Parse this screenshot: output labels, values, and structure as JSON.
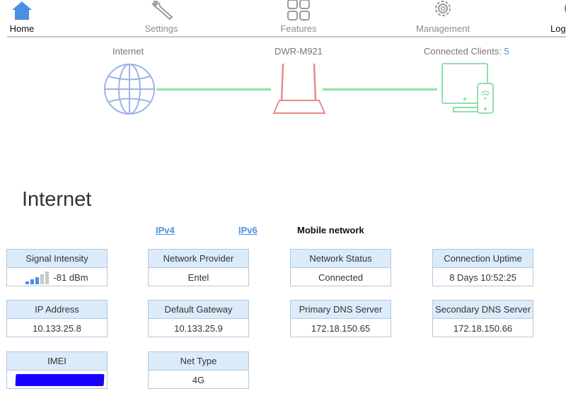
{
  "nav": {
    "items": [
      {
        "label": "Home",
        "icon": "home-icon",
        "active": true
      },
      {
        "label": "Settings",
        "icon": "wrench-icon",
        "active": false
      },
      {
        "label": "Features",
        "icon": "grid-icon",
        "active": false
      },
      {
        "label": "Management",
        "icon": "gear-icon",
        "active": false
      },
      {
        "label": "Logout",
        "icon": "logout-icon",
        "active": false
      }
    ]
  },
  "diagram": {
    "internet_label": "Internet",
    "device_label": "DWR-M921",
    "clients_label": "Connected Clients:",
    "clients_count": "5"
  },
  "section": {
    "title": "Internet",
    "tabs": [
      {
        "label": "IPv4",
        "type": "link"
      },
      {
        "label": "IPv6",
        "type": "link"
      },
      {
        "label": "Mobile network",
        "type": "current"
      }
    ]
  },
  "cards": {
    "signal": {
      "label": "Signal Intensity",
      "value": "-81 dBm",
      "bars_filled": 3,
      "bars_total": 5
    },
    "provider": {
      "label": "Network Provider",
      "value": "Entel"
    },
    "status": {
      "label": "Network Status",
      "value": "Connected"
    },
    "uptime": {
      "label": "Connection Uptime",
      "value": "8 Days 10:52:25"
    },
    "ip": {
      "label": "IP Address",
      "value": "10.133.25.8"
    },
    "gateway": {
      "label": "Default Gateway",
      "value": "10.133.25.9"
    },
    "dns1": {
      "label": "Primary DNS Server",
      "value": "172.18.150.65"
    },
    "dns2": {
      "label": "Secondary DNS Server",
      "value": "172.18.150.66"
    },
    "imei": {
      "label": "IMEI",
      "value": ""
    },
    "nettype": {
      "label": "Net Type",
      "value": "4G"
    }
  },
  "colors": {
    "accent": "#4a90e2",
    "link_line": "#8ee0ab",
    "globe": "#9db2e8",
    "router": "#e88a8a",
    "client": "#8ee0ab",
    "card_header": "#dcebfa",
    "redaction": "#1a00ff"
  }
}
